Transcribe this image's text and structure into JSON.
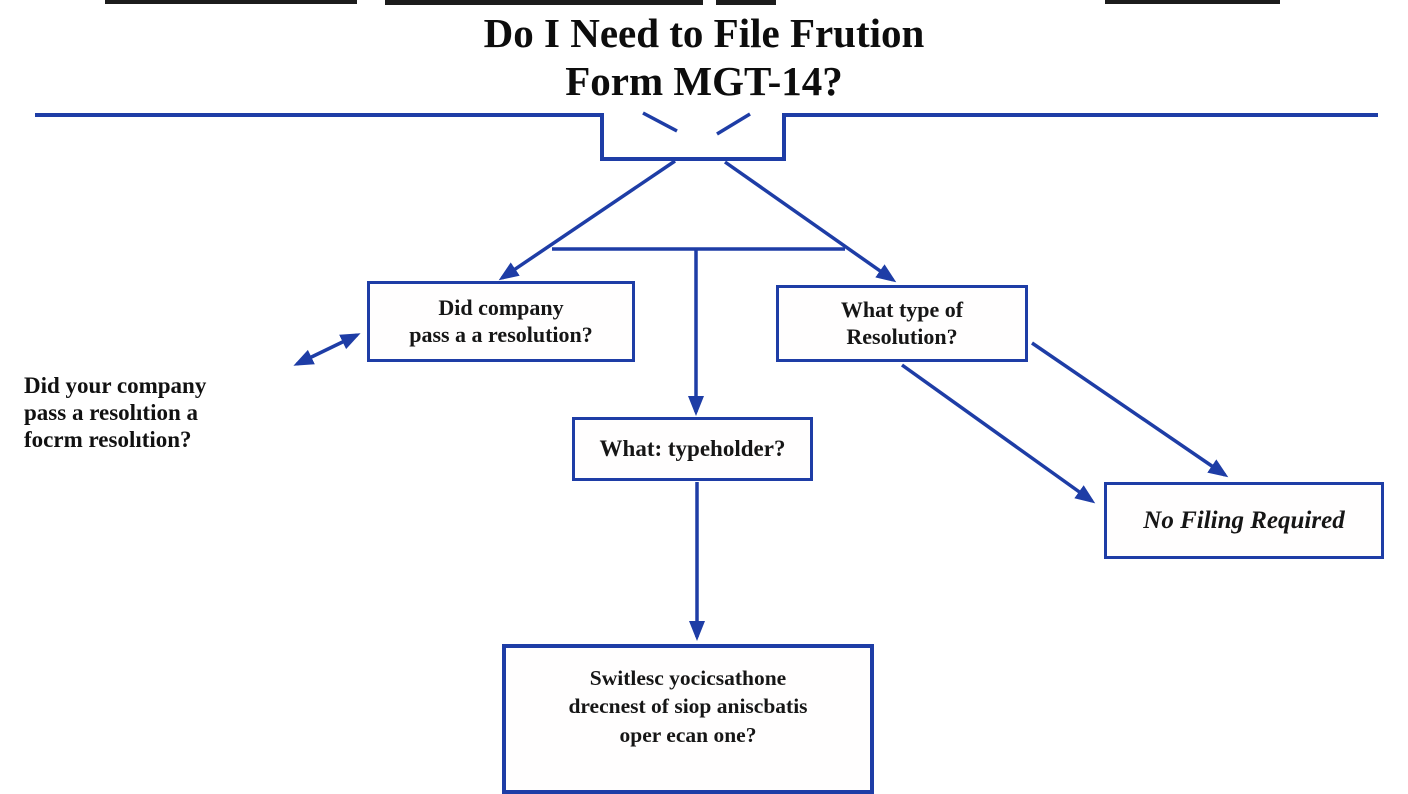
{
  "title": {
    "line1": "Do I Need to File Frution",
    "line2": "Form MGT-14?"
  },
  "side_label": {
    "line1": "Did your company",
    "line2": "pass a resolıtion a",
    "line3": "focrm resolıtion?"
  },
  "nodes": {
    "did_company": {
      "line1": "Did company",
      "line2": "pass a a resolution?"
    },
    "what_type": {
      "line1": "What type of",
      "line2": "Resolution?"
    },
    "typeholder": {
      "text": "What: typeholder?"
    },
    "no_filing": {
      "text": "No Filing Required"
    },
    "bottom": {
      "line1": "Switlesc yocicsathone",
      "line2": "drecnest of siop aniscbatis",
      "line3": "oper ecan one?"
    }
  },
  "colors": {
    "line_blue": "#1e3da6",
    "text_ink": "#161616",
    "artifact_dark": "#1c1c1c",
    "background": "#ffffff"
  }
}
